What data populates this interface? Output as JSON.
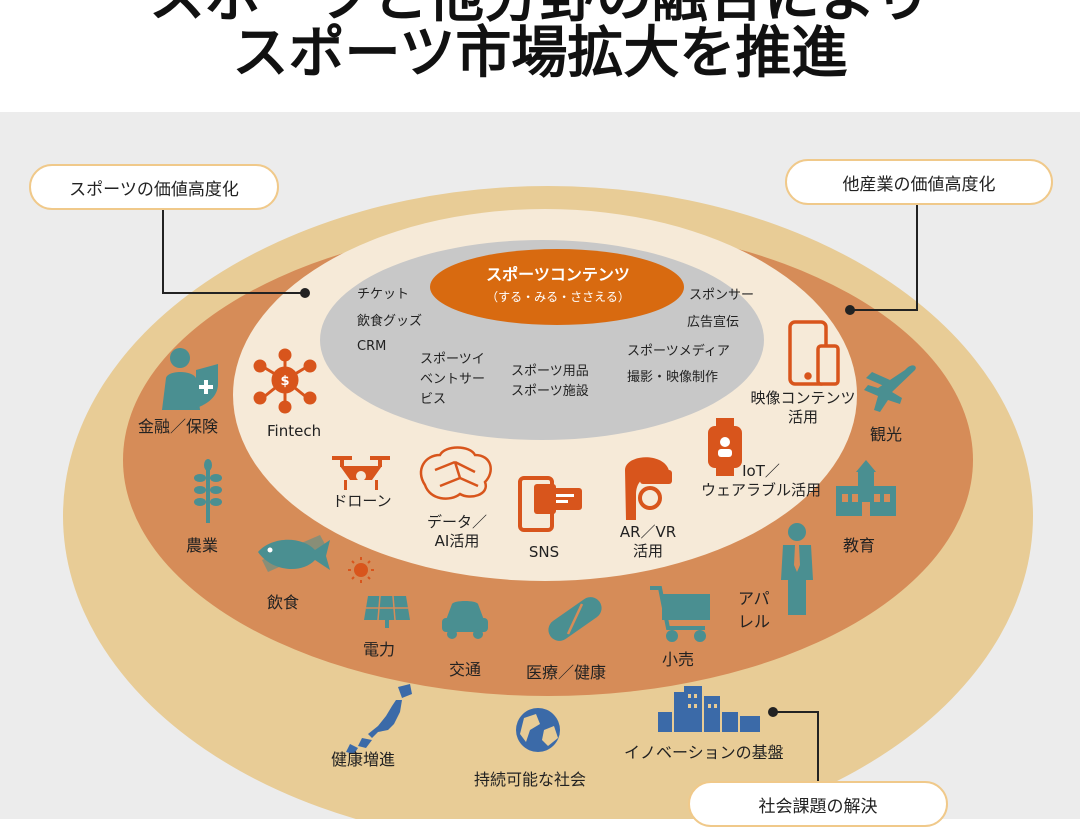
{
  "title": {
    "line1": "スポーツと他分野の融合により",
    "line2": "スポーツ市場拡大を推進"
  },
  "pills": {
    "sports_value": "スポーツの価値高度化",
    "other_industry_value": "他産業の価値高度化",
    "social_issues": "社会課題の解決"
  },
  "core": {
    "title": "スポーツコンテンツ",
    "subtitle": "（する・みる・ささえる）"
  },
  "inner_ring": {
    "ticket": "チケット",
    "food_goods": "飲食グッズ",
    "crm": "CRM",
    "event_service": "スポーツイ\nベントサー\nビス",
    "goods_facility": "スポーツ用品\nスポーツ施設",
    "sponsor": "スポンサー",
    "advertising": "広告宣伝",
    "media": "スポーツメディア",
    "filming": "撮影・映像制作"
  },
  "tech_ring": {
    "fintech": "Fintech",
    "drone": "ドローン",
    "data_ai": "データ／\nAI活用",
    "sns": "SNS",
    "ar_vr": "AR／VR\n活用",
    "iot": "IoT／\nウェアラブル活用",
    "video": "映像コンテンツ\n活用"
  },
  "industry_ring": {
    "finance": "金融／保険",
    "agriculture": "農業",
    "food": "飲食",
    "power": "電力",
    "transport": "交通",
    "medical": "医療／健康",
    "retail": "小売",
    "apparel": "アパ\nレル",
    "education": "教育",
    "tourism": "観光"
  },
  "social_ring": {
    "health": "健康増進",
    "sustainable": "持続可能な社会",
    "innovation": "イノベーションの基盤"
  },
  "colors": {
    "outer_ring": "#e8cc96",
    "industry_ring": "#d68c58",
    "tech_ring": "#f6ead8",
    "inner_ring": "#c8c8c8",
    "core": "#d86a10",
    "icon_teal": "#4a8f91",
    "icon_orange": "#d8551c",
    "icon_blue": "#3b6aa8"
  }
}
